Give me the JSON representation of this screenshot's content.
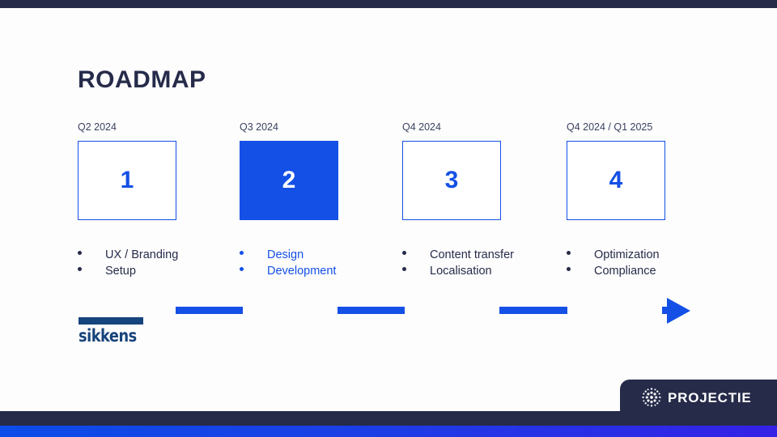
{
  "slide": {
    "title": "ROADMAP",
    "background_color": "#fdfdfd",
    "accent_color": "#1450e6",
    "navy_color": "#262b4a"
  },
  "roadmap": {
    "steps": [
      {
        "period": "Q2 2024",
        "number": "1",
        "highlighted": false
      },
      {
        "period": "Q3 2024",
        "number": "2",
        "highlighted": true
      },
      {
        "period": "Q4 2024",
        "number": "3",
        "highlighted": false
      },
      {
        "period": "Q4 2024 / Q1 2025",
        "number": "4",
        "highlighted": false
      }
    ],
    "arrow": "arrow-right-icon"
  },
  "deliverables": [
    {
      "items": [
        "UX / Branding",
        "Setup"
      ],
      "accent": false
    },
    {
      "items": [
        "Design",
        "Development"
      ],
      "accent": true
    },
    {
      "items": [
        "Content transfer",
        "Localisation"
      ],
      "accent": false
    },
    {
      "items": [
        "Optimization",
        "Compliance"
      ],
      "accent": false
    }
  ],
  "brand_logo": {
    "name": "sikkens",
    "color": "#16447c"
  },
  "company_badge": {
    "name": "PROJECTIE",
    "icon": "projectie-dots-mark-icon",
    "background_color": "#262b4a"
  }
}
